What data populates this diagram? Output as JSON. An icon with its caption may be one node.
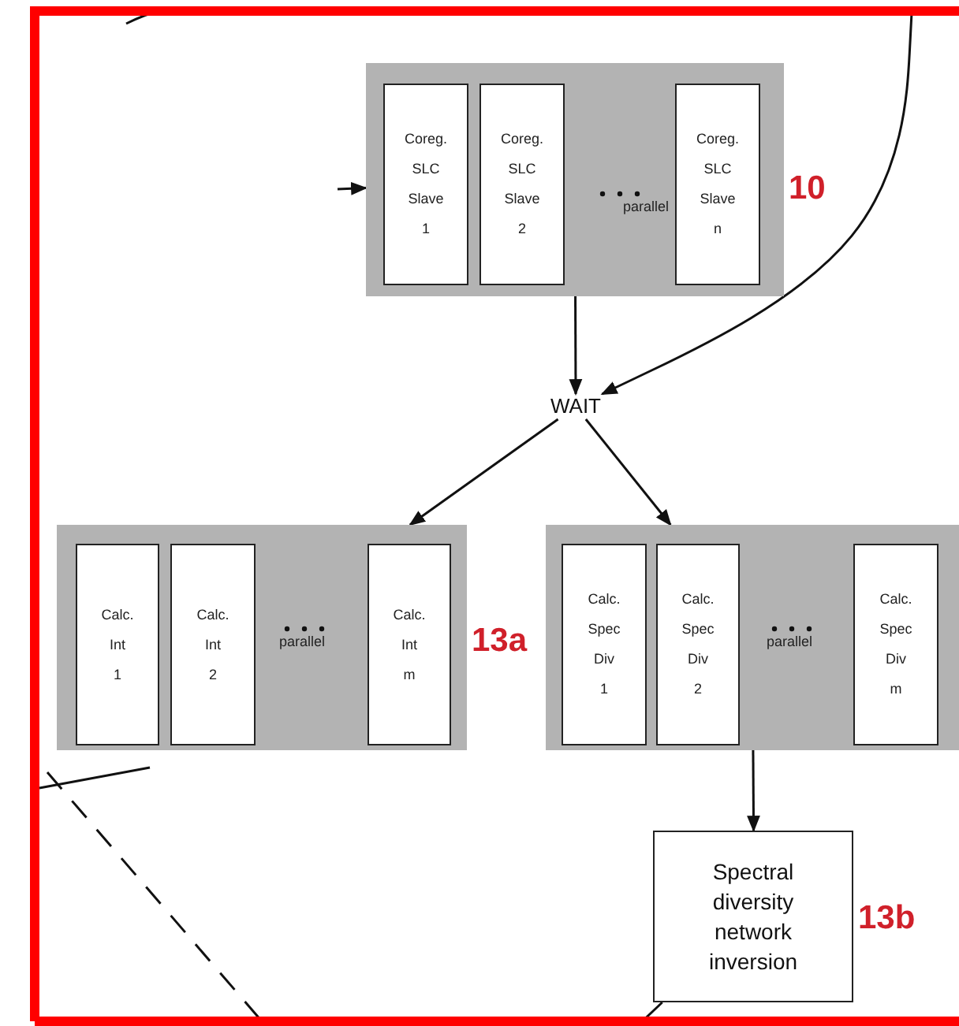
{
  "diagram": {
    "nodes": [
      {
        "text": [
          "parallel"
        ],
        "beside": [
          "10"
        ]
      },
      {
        "text": [
          "Coreg. SLC Slave 1"
        ],
        "in": 0
      },
      {
        "text": [
          "Coreg. SLC Slave 2"
        ],
        "in": 0
      },
      {
        "text": [
          "Coreg. SLC Slave n"
        ],
        "in": 0
      },
      {
        "text": [
          "WAIT"
        ]
      },
      {
        "text": [
          "parallel"
        ],
        "beside": [
          "13a"
        ]
      },
      {
        "text": [
          "Calc. Int 1"
        ],
        "in": 5
      },
      {
        "text": [
          "Calc. Int 2"
        ],
        "in": 5
      },
      {
        "text": [
          "Calc. Int m"
        ],
        "in": 5
      },
      {
        "text": [
          "parallel"
        ]
      },
      {
        "text": [
          "Calc. Spec Div 1"
        ],
        "in": 9
      },
      {
        "text": [
          "Calc. Spec Div 2"
        ],
        "in": 9
      },
      {
        "text": [
          "Calc. Spec Div m"
        ],
        "in": 9
      },
      {
        "text": [
          "Spectral diversity network inversion"
        ],
        "beside": [
          "13b"
        ]
      }
    ],
    "edges": [
      {
        "from": 0,
        "to": 4,
        "arrow": "to"
      },
      {
        "from": null,
        "to": 4,
        "arrow": "to"
      },
      {
        "from": 4,
        "to": 5,
        "arrow": "to"
      },
      {
        "from": 4,
        "to": 9,
        "arrow": "to"
      },
      {
        "from": 9,
        "to": 13,
        "arrow": "to"
      },
      {
        "from": null,
        "to": 0,
        "arrow": "to"
      },
      {
        "from": 13,
        "to": null,
        "arrow": "none"
      }
    ]
  }
}
